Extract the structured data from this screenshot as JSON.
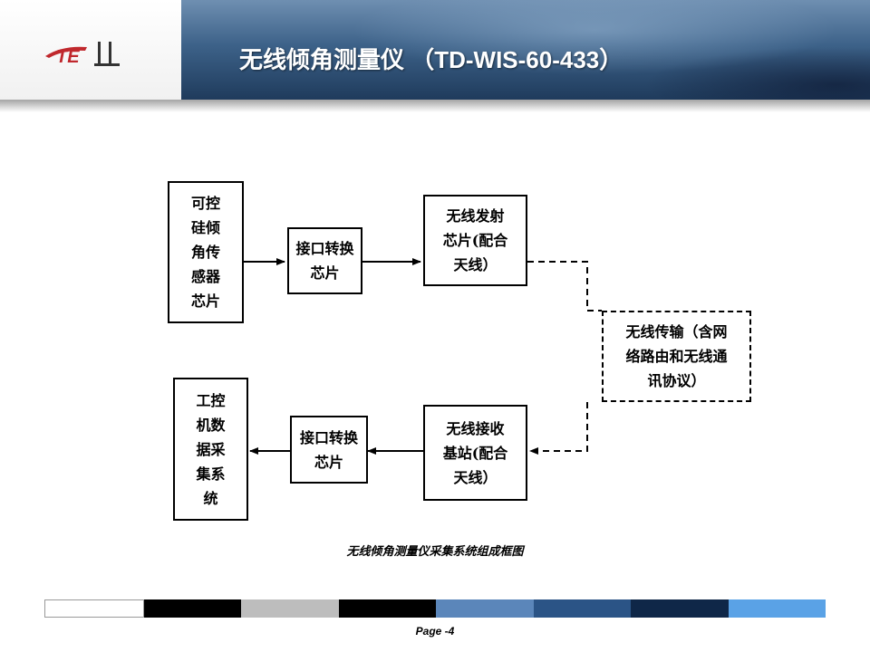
{
  "header": {
    "title": "无线倾角测量仪 （TD-WIS-60-433）",
    "logo_text": "TE",
    "accent_color": "#c0282d"
  },
  "diagram": {
    "sensor_box": [
      "可控",
      "硅倾",
      "角传",
      "感器",
      "芯片"
    ],
    "interface_top": [
      "接口转换",
      "芯片"
    ],
    "transmit_box": [
      "无线发射",
      "芯片(配合",
      "天线）"
    ],
    "wireless_box": [
      "无线传输（含网",
      "络路由和无线通",
      "讯协议）"
    ],
    "receive_box": [
      "无线接收",
      "基站(配合",
      "天线）"
    ],
    "interface_bottom": [
      "接口转换",
      "芯片"
    ],
    "pc_box": [
      "工控",
      "机数",
      "据采",
      "集系",
      "统"
    ]
  },
  "caption": "无线倾角测量仪采集系统组成框图",
  "footer": {
    "page_label": "Page -4",
    "bar_colors": [
      "#ffffff",
      "#000000",
      "#bdbdbd",
      "#000000",
      "#5b86ba",
      "#2b5486",
      "#0f2748",
      "#5aa2e6"
    ]
  }
}
